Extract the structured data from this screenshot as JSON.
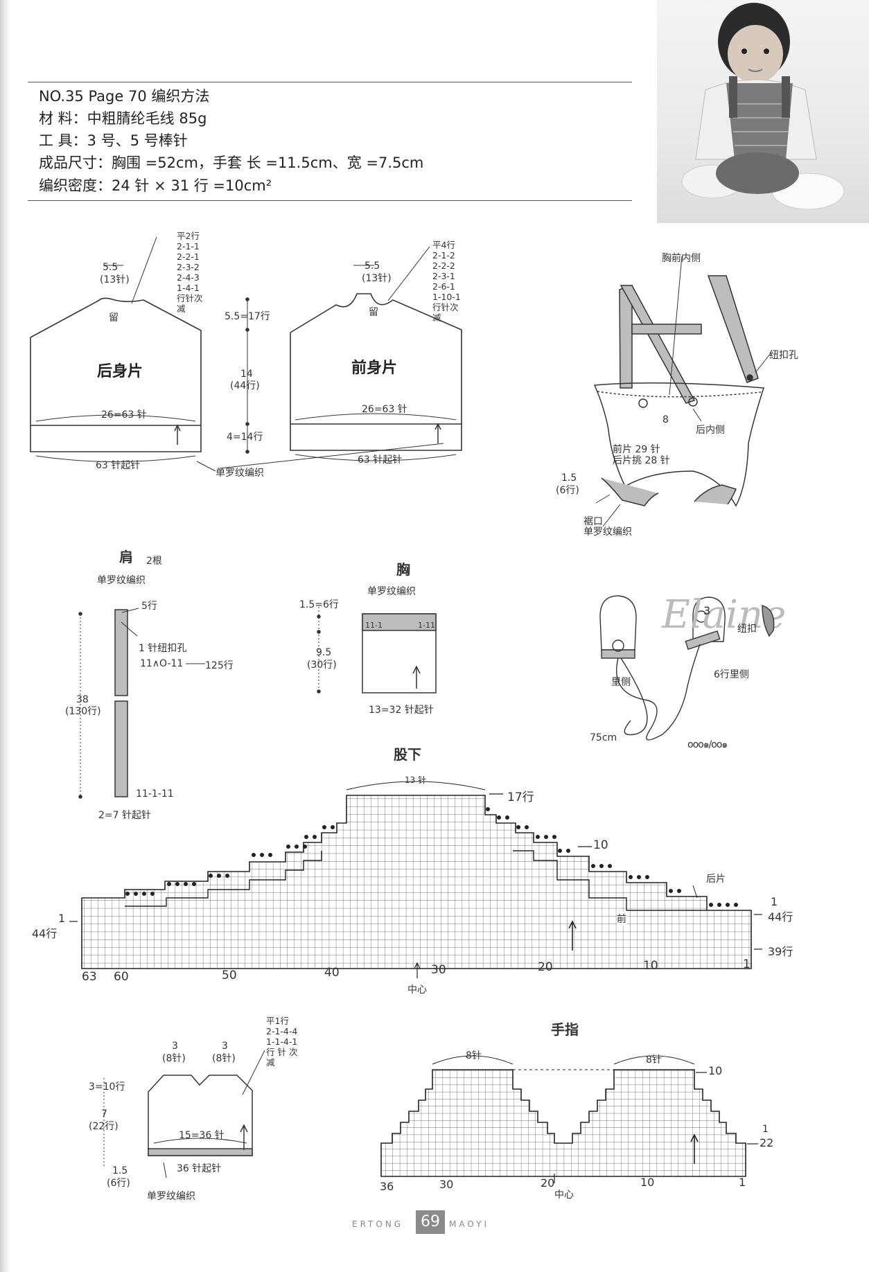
{
  "header": {
    "line1": "NO.35   Page  70     编织方法",
    "material": "材      料：中粗腈纶毛线 85g",
    "tools": "工      具：3 号、5 号棒针",
    "size": "成品尺寸：胸围 =52cm，手套  长 =11.5cm、宽 =7.5cm",
    "gauge": "编织密度：24 针 × 31 行 =10cm²"
  },
  "back": {
    "title": "后身片",
    "neck_w": "5.5",
    "neck_sts": "(13针)",
    "liu": "留",
    "shaping": [
      "平2行",
      "2-1-1",
      "2-2-1",
      "2-3-2",
      "2-4-3",
      "1-4-1",
      "行针次",
      "减"
    ],
    "width": "26=63 针",
    "cast_on": "63 针起针"
  },
  "middle": {
    "armhole": "5.5=17行",
    "body_cm": "14",
    "body_rows": "(44行)",
    "rib": "4=14行",
    "rib_label": "单罗纹编织"
  },
  "front": {
    "title": "前身片",
    "neck_w": "5.5",
    "neck_sts": "(13针)",
    "liu": "留",
    "shaping": [
      "平4行",
      "2-1-2",
      "2-2-2",
      "2-3-1",
      "2-6-1",
      "1-10-1",
      "行针次",
      "减"
    ],
    "width": "26=63 针",
    "cast_on": "63 针起针"
  },
  "overall": {
    "inner_front": "胸前内侧",
    "buttonhole": "纽扣孔",
    "n8": "8",
    "inner_back": "后内侧",
    "front_sts": "前片 29 针",
    "back_sts": "后片挑 28 针",
    "leg_h": "1.5",
    "leg_rows": "(6行)",
    "hem": "裾口",
    "hem_rib": "单罗纹编织"
  },
  "strap": {
    "title": "肩",
    "count": "2根",
    "rib": "单罗纹编织",
    "rows5": "5行",
    "buttonhole": "1 针纽扣孔",
    "pattern": "11∧O-11",
    "rows125": "125行",
    "length": "38",
    "length_rows": "(130行)",
    "end": "11-1-11",
    "cast_on": "2=7 针起针"
  },
  "chest": {
    "title": "胸",
    "rib": "单罗纹编织",
    "rib_h": "1.5=6行",
    "h": "9.5",
    "h_rows": "(30行)",
    "cast_on": "13=32 针起针",
    "rib_mark_left": "11-1",
    "rib_mark_right": "1-11"
  },
  "mitten": {
    "n3": "3",
    "button": "纽扣",
    "inside": "里侧",
    "inside6": "6行里侧",
    "cord": "75cm",
    "watermark": "Elaine"
  },
  "crotch": {
    "title": "股下",
    "top_sts": "13 针",
    "r17": "17行",
    "r10": "10",
    "r1_right": "1",
    "r44_right": "44行",
    "r39": "39行",
    "back_label": "后片",
    "front_label": "前",
    "r1_left": "1",
    "r44_left": "44行",
    "x_labels": [
      "63",
      "60",
      "50",
      "40",
      "30",
      "20",
      "10",
      "1"
    ],
    "center": "中心"
  },
  "mitt_piece": {
    "w1": "3",
    "w1_sts": "(8针)",
    "w2": "3",
    "w2_sts": "(8针)",
    "shaping": [
      "平1行",
      "2-1-4-4",
      "1-1-4-1",
      "行 针 次",
      "减"
    ],
    "top_rows": "3=10行",
    "h": "7",
    "h_rows": "(22行)",
    "width": "15=36 针",
    "cast_on": "36 针起针",
    "rib_h": "1.5",
    "rib_rows": "(6行)",
    "rib": "单罗纹编织"
  },
  "finger": {
    "title": "手指",
    "left_sts": "8针",
    "right_sts": "8针",
    "r10": "10",
    "r1": "1",
    "r22": "22",
    "x_labels": [
      "36",
      "30",
      "20",
      "10",
      "1"
    ],
    "center": "中心"
  },
  "footer": {
    "left": "ERTONG",
    "page": "69",
    "right": "MAOYI"
  }
}
